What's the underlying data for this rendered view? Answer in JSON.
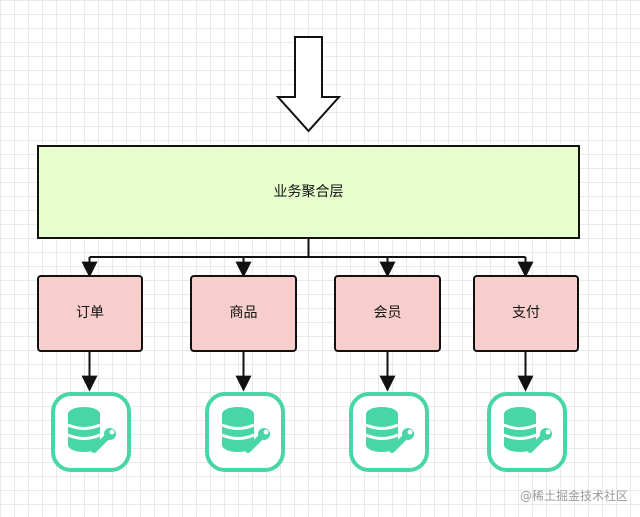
{
  "diagram": {
    "aggregation_layer": {
      "label": "业务聚合层",
      "fill": "#e6ffcc",
      "stroke": "#111111"
    },
    "services": [
      {
        "key": "order",
        "label": "订单"
      },
      {
        "key": "product",
        "label": "商品"
      },
      {
        "key": "member",
        "label": "会员"
      },
      {
        "key": "payment",
        "label": "支付"
      }
    ],
    "service_style": {
      "fill": "#f8cecc",
      "stroke": "#111111"
    },
    "database_icon": {
      "name": "database-wrench-icon",
      "color": "#48d6a6"
    }
  },
  "watermark": {
    "text": "@稀土掘金技术社区"
  }
}
